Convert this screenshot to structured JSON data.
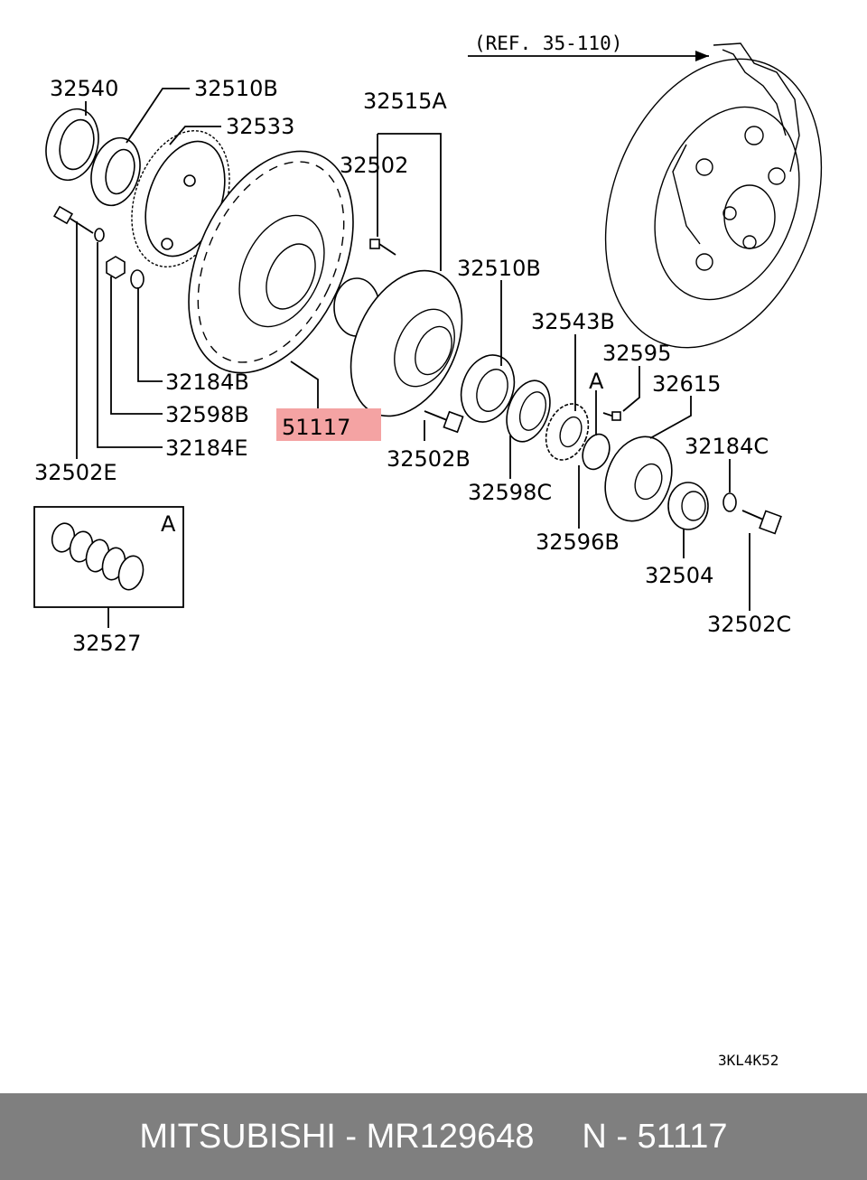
{
  "reference": "(REF. 35-110)",
  "drawing_code": "3KL4K52",
  "highlight_color": "#f4a3a3",
  "footer": {
    "text": "MITSUBISHI - MR129648     N - 51117",
    "background": "#7f7f7f"
  },
  "callouts": {
    "c32540": "32540",
    "c32510B_top": "32510B",
    "c32533": "32533",
    "c32515A": "32515A",
    "c32502": "32502",
    "c32510B_right": "32510B",
    "c32543B": "32543B",
    "c32595": "32595",
    "c32615": "32615",
    "c32184C": "32184C",
    "c32184B": "32184B",
    "c32598B": "32598B",
    "c32184E": "32184E",
    "c32502E": "32502E",
    "c51117": "51117",
    "c32502B": "32502B",
    "c32598C": "32598C",
    "c32596B": "32596B",
    "c32504": "32504",
    "c32502C": "32502C",
    "c32527": "32527"
  },
  "kit_marks": {
    "box_mark": "A",
    "seal_mark": "A"
  }
}
